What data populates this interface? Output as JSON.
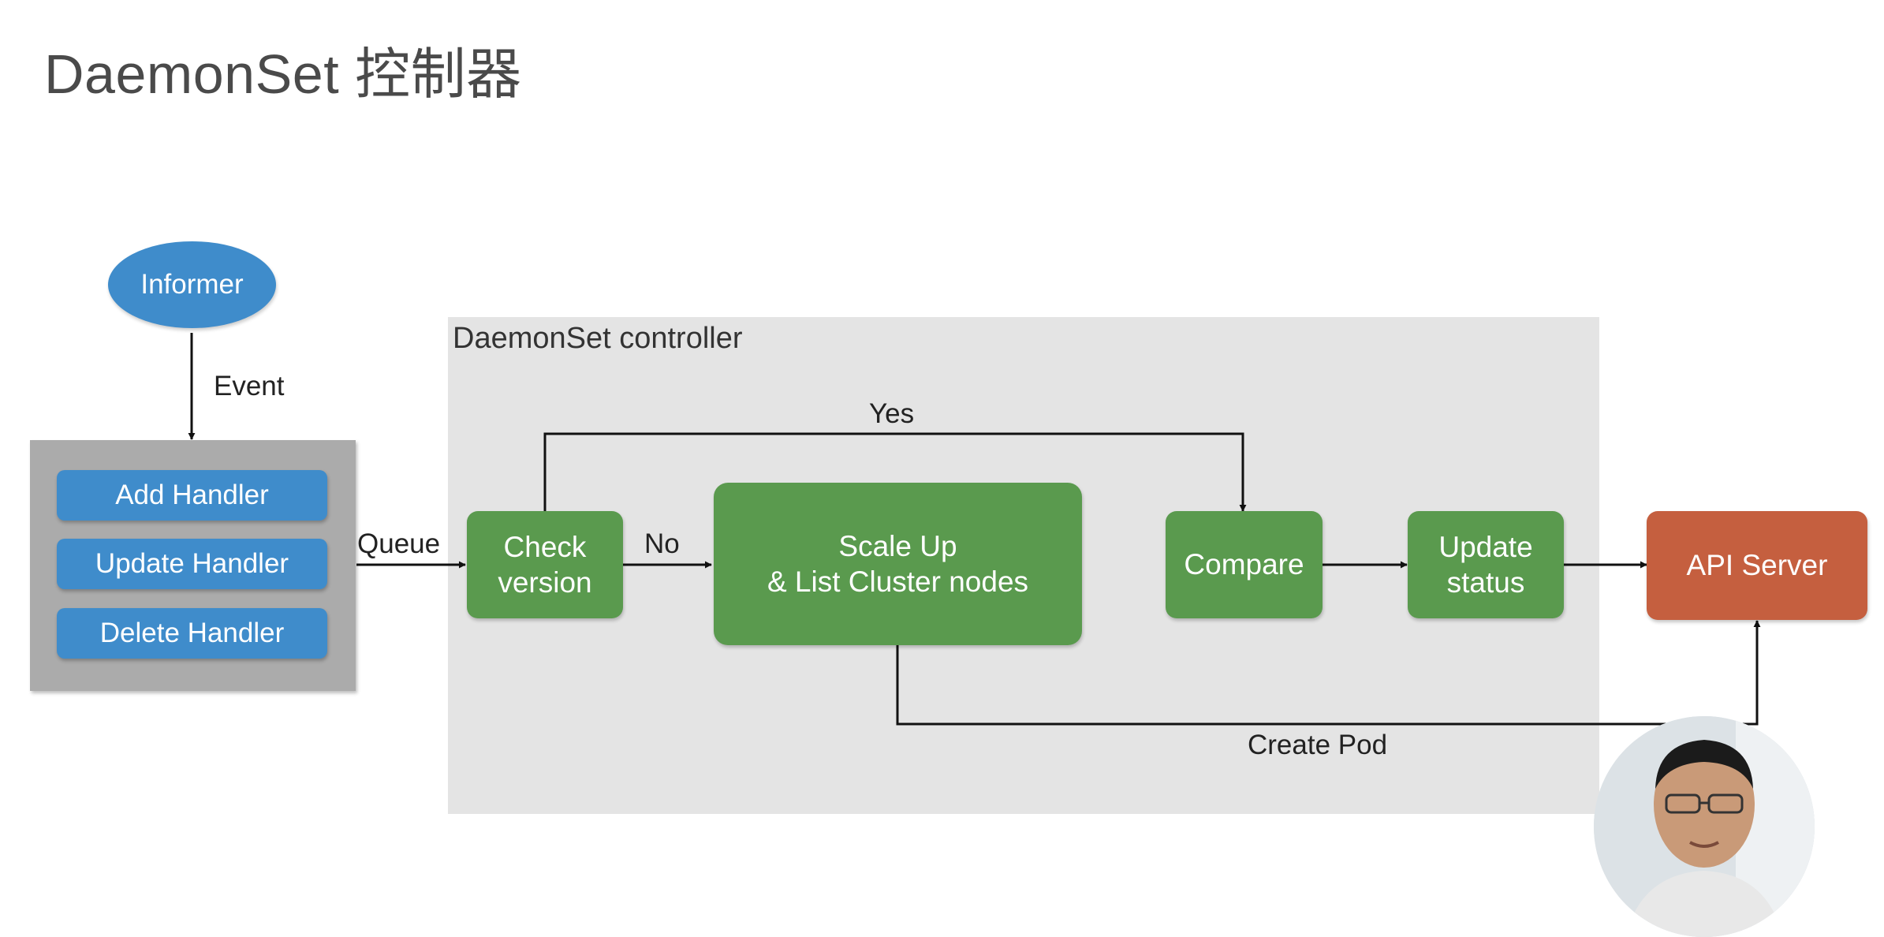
{
  "slide": {
    "title": "DaemonSet 控制器"
  },
  "diagram": {
    "informer": "Informer",
    "event_label": "Event",
    "handlers": [
      "Add Handler",
      "Update Handler",
      "Delete Handler"
    ],
    "queue_label": "Queue",
    "controller_label": "DaemonSet controller",
    "check_version": [
      "Check",
      "version"
    ],
    "yes_label": "Yes",
    "no_label": "No",
    "scale_up": [
      "Scale Up",
      "& List Cluster nodes"
    ],
    "compare": "Compare",
    "update_status": [
      "Update",
      "status"
    ],
    "api_server": "API Server",
    "create_pod_label": "Create  Pod"
  },
  "colors": {
    "node_blue": "#3f8ccb",
    "node_green": "#5a9a4e",
    "api_orange": "#c55f3f",
    "panel_gray": "#e4e4e4",
    "handler_panel_gray": "#ababab"
  }
}
